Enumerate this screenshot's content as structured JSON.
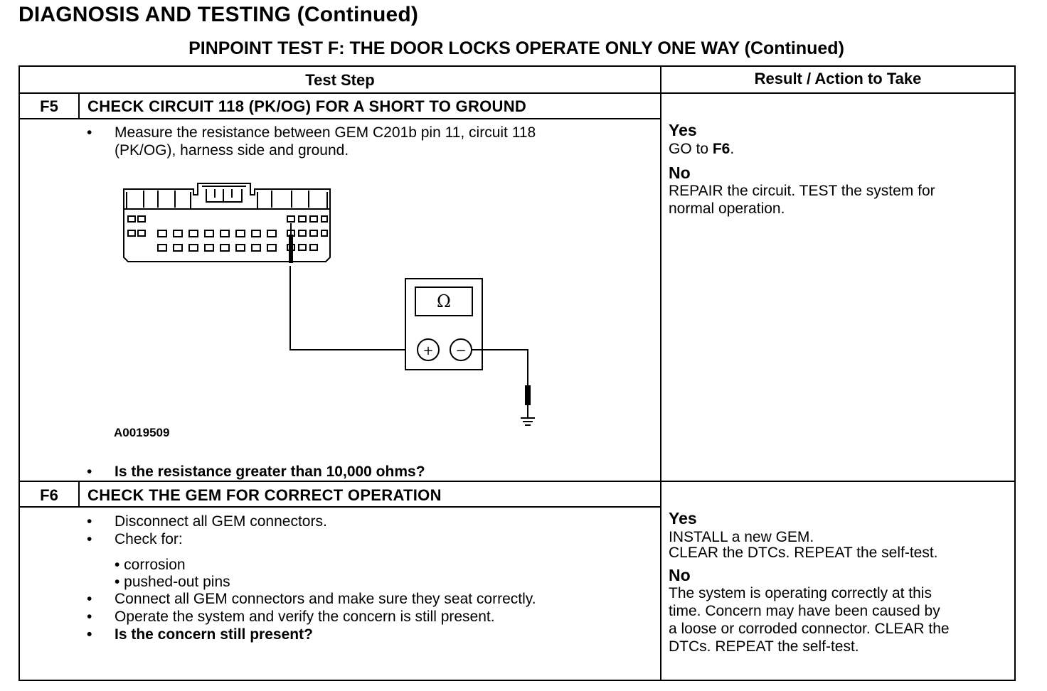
{
  "header": {
    "title": "DIAGNOSIS AND TESTING (Continued)",
    "subtitle": "PINPOINT TEST F: THE DOOR LOCKS OPERATE ONLY ONE WAY (Continued)"
  },
  "table": {
    "col_test_step": "Test Step",
    "col_result": "Result / Action to Take",
    "steps": [
      {
        "id": "F5",
        "heading": "CHECK CIRCUIT 118 (PK/OG) FOR A SHORT TO GROUND",
        "instruction_line1": "Measure the resistance between GEM C201b pin 11, circuit 118",
        "instruction_line2": "(PK/OG), harness side and ground.",
        "figure": {
          "id": "A0019509",
          "meter_symbol": "Ω",
          "plus": "+",
          "minus": "−",
          "connector_icon": "connector-icon",
          "meter_icon": "ohmmeter-icon",
          "ground_icon": "ground-symbol-icon"
        },
        "question": "Is the resistance greater than 10,000 ohms?",
        "result": {
          "yes_label": "Yes",
          "yes_text_prefix": "GO to ",
          "yes_text_target": "F6",
          "yes_text_suffix": ".",
          "no_label": "No",
          "no_line1": "REPAIR the circuit. TEST the system for",
          "no_line2": "normal operation."
        }
      },
      {
        "id": "F6",
        "heading": "CHECK THE GEM FOR CORRECT OPERATION",
        "bullets": [
          "Disconnect all GEM connectors.",
          "Check for:"
        ],
        "sub_bullets": [
          "• corrosion",
          "• pushed-out pins"
        ],
        "bullets2": [
          "Connect all GEM connectors and make sure they seat correctly.",
          "Operate the system and verify the concern is still present."
        ],
        "question": "Is the concern still present?",
        "result": {
          "yes_label": "Yes",
          "yes_line1": "INSTALL a new GEM.",
          "yes_line2": "CLEAR the DTCs. REPEAT the self-test.",
          "no_label": "No",
          "no_line1": "The system is operating correctly at this",
          "no_line2": "time. Concern may have been caused by",
          "no_line3": "a loose or corroded connector. CLEAR the",
          "no_line4": "DTCs. REPEAT the self-test."
        }
      }
    ]
  },
  "bullet_char": "•"
}
